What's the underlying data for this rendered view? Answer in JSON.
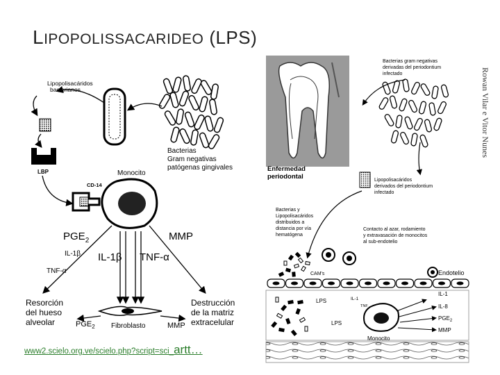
{
  "slide": {
    "title_first": "L",
    "title_rest": "IPOPOLISSACARIDEO",
    "title_paren": "(LPS)",
    "source_link": "www2.scielo.org.ve/scielo.php?script=sci_",
    "source_suffix": "artt…",
    "credit": "Rowan Vilar e Vitor Nunes"
  },
  "left_diagram": {
    "lipo_label_1": "Lipopolisacáridos",
    "lipo_label_2": "bacterianos",
    "bacteria_1": "Bacterias",
    "bacteria_2": "Gram negativas",
    "bacteria_3": "patógenas gingivales",
    "lbp": "LBP",
    "monocyte": "Monocito",
    "cd14": "CD-14",
    "pge2": "PGE",
    "pge2_sub": "2",
    "mmp": "MMP",
    "il1b_small": "IL-1β",
    "il1b_big": "IL-1β",
    "tnfa_big": "TNF-α",
    "tnfa_small": "TNF-α",
    "resorption_1": "Resorción",
    "resorption_2": "del hueso",
    "resorption_3": "alveolar",
    "pge2_bottom": "PGE",
    "fibroblast": "Fibroblasto",
    "mmp_bottom": "MMP",
    "destruction_1": "Destrucción",
    "destruction_2": "de la matriz",
    "destruction_3": "extracelular"
  },
  "right_diagram": {
    "bact_1": "Bacterias gram negativas",
    "bact_2": "derivadas del periodontium",
    "bact_3": "infectado",
    "disease_1": "Enfermedad",
    "disease_2": "periodontal",
    "lipo_1": "Lipopolisacáridos",
    "lipo_2": "derivados del periodontium",
    "lipo_3": "infectado",
    "dist_1": "Bacterias y",
    "dist_2": "Lipopolisacáridos",
    "dist_3": "distribuidos a",
    "dist_4": "distancia por vía",
    "dist_5": "hematógena",
    "contact_1": "Contacto al azar, rodamiento",
    "contact_2": "y extravasación de monocitos",
    "contact_3": "al sub-endotelio",
    "cams": "CAM's",
    "endothelium": "Endotelio",
    "lps_1": "LPS",
    "il1": "IL-1",
    "tnf": "TNF",
    "il8": "IL-8",
    "pge2": "PGE",
    "mmp": "MMP",
    "lps_2": "LPS",
    "monocyte": "Monocito"
  }
}
